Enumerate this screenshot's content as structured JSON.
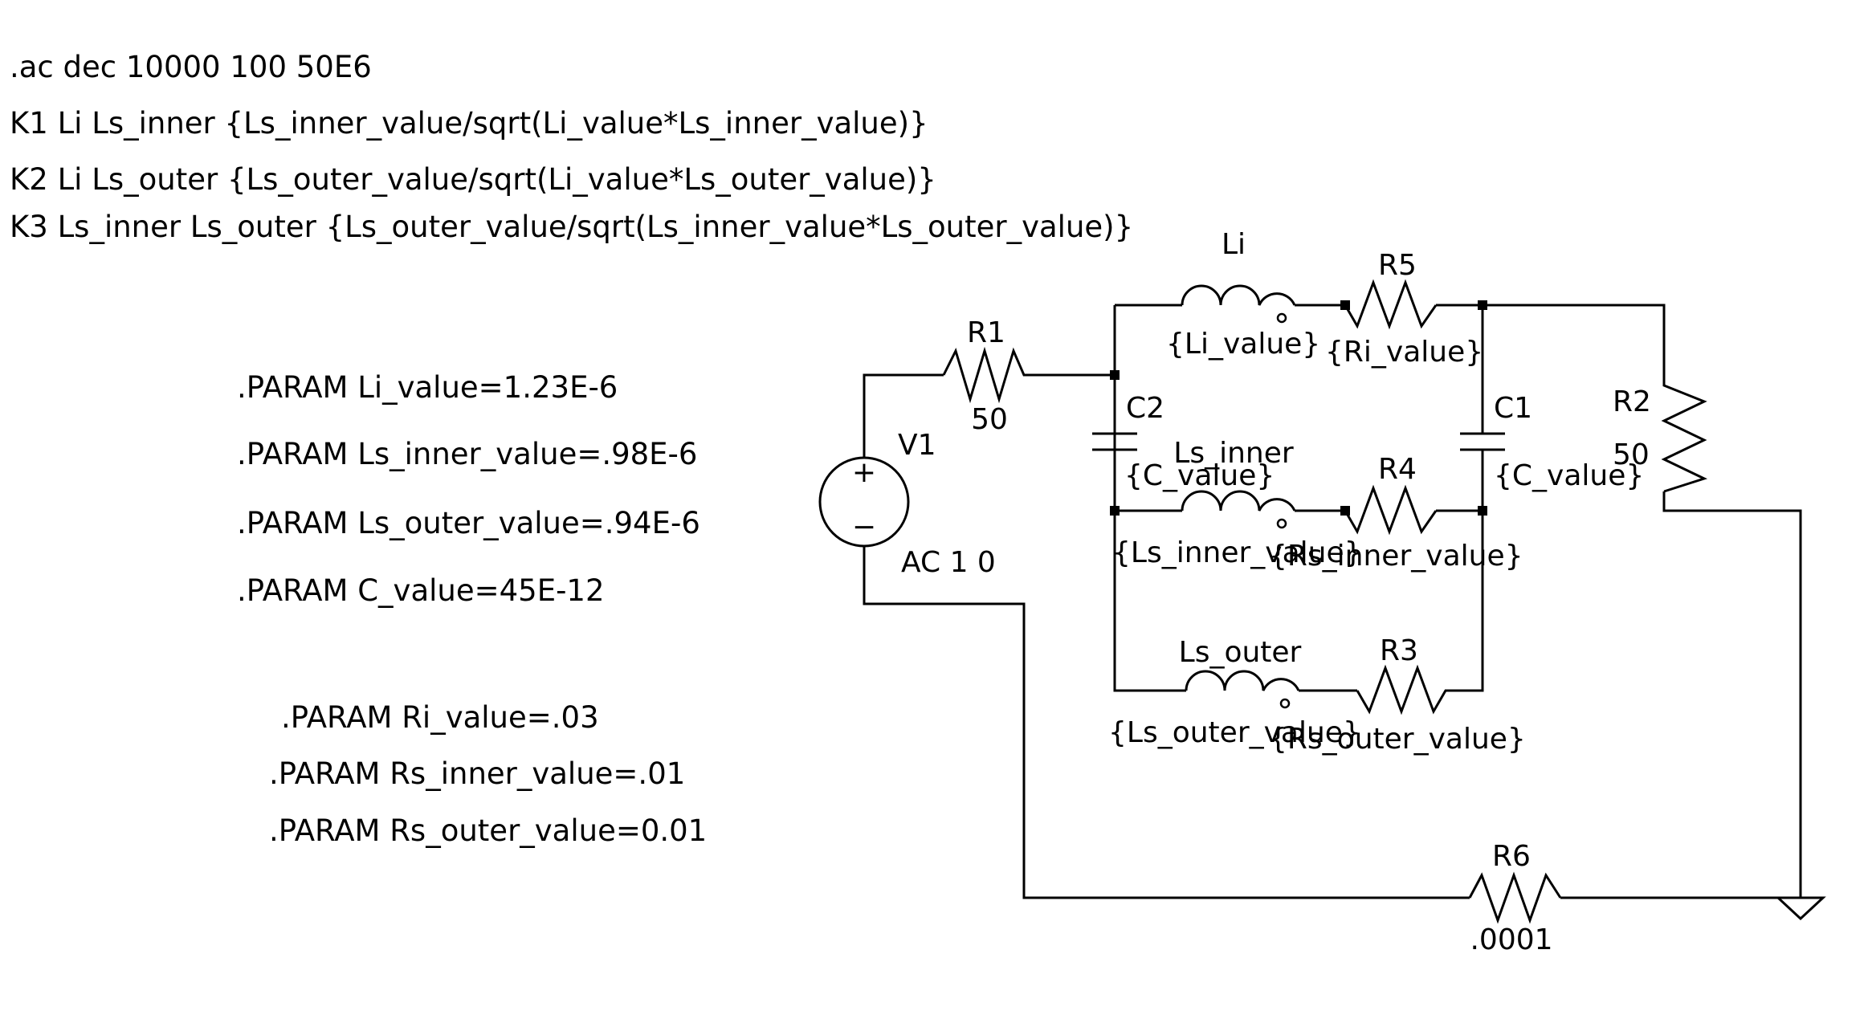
{
  "directives": {
    "ac": ".ac dec 10000 100 50E6",
    "k1": "K1 Li Ls_inner {Ls_inner_value/sqrt(Li_value*Ls_inner_value)}",
    "k2": "K2 Li Ls_outer {Ls_outer_value/sqrt(Li_value*Ls_outer_value)}",
    "k3": "K3 Ls_inner Ls_outer {Ls_outer_value/sqrt(Ls_inner_value*Ls_outer_value)}"
  },
  "params": [
    ".PARAM Li_value=1.23E-6",
    ".PARAM Ls_inner_value=.98E-6",
    ".PARAM Ls_outer_value=.94E-6",
    ".PARAM C_value=45E-12",
    ".PARAM Ri_value=.03",
    ".PARAM Rs_inner_value=.01",
    ".PARAM Rs_outer_value=0.01"
  ],
  "components": {
    "v1": {
      "name": "V1",
      "value": "AC 1 0",
      "plus": "+",
      "minus": "−"
    },
    "r1": {
      "name": "R1",
      "value": "50"
    },
    "r2": {
      "name": "R2",
      "value": "50"
    },
    "r3": {
      "name": "R3",
      "value": "{Rs_outer_value}"
    },
    "r4": {
      "name": "R4",
      "value": "{Rs_inner_value}"
    },
    "r5": {
      "name": "R5",
      "value": "{Ri_value}"
    },
    "r6": {
      "name": "R6",
      "value": ".0001"
    },
    "c1": {
      "name": "C1",
      "value": "{C_value}"
    },
    "c2": {
      "name": "C2",
      "value": "{C_value}"
    },
    "li": {
      "name": "Li",
      "value": "{Li_value}"
    },
    "ls_inner": {
      "name": "Ls_inner",
      "value": "{Ls_inner_value}"
    },
    "ls_outer": {
      "name": "Ls_outer",
      "value": "{Ls_outer_value}"
    }
  }
}
